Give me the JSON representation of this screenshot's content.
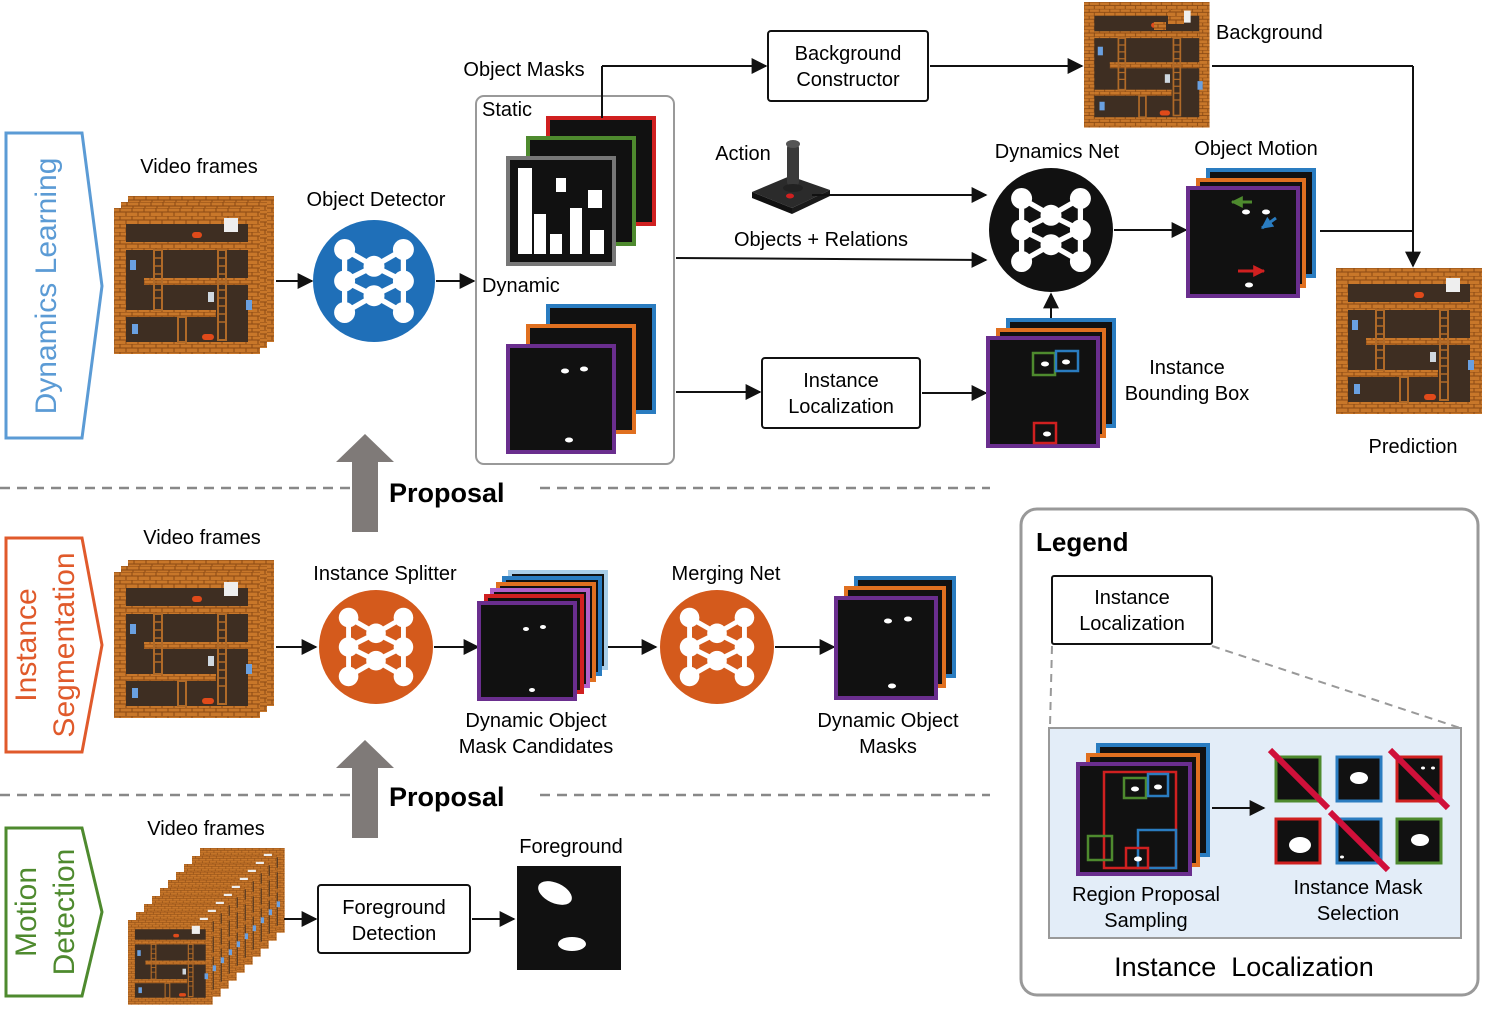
{
  "stages": {
    "dynamics": "Dynamics Learning",
    "instance_line1": "Instance",
    "instance_line2": "Segmentation",
    "motion_line1": "Motion",
    "motion_line2": "Detection"
  },
  "proposal": "Proposal",
  "dynamics_learning": {
    "video_frames": "Video frames",
    "object_detector": "Object Detector",
    "object_masks": "Object Masks",
    "static": "Static",
    "dynamic": "Dynamic",
    "background_constructor_1": "Background",
    "background_constructor_2": "Constructor",
    "background": "Background",
    "action": "Action",
    "objects_relations": "Objects + Relations",
    "dynamics_net": "Dynamics Net",
    "object_motion": "Object Motion",
    "instance_localization_1": "Instance",
    "instance_localization_2": "Localization",
    "instance_bbox_1": "Instance",
    "instance_bbox_2": "Bounding Box",
    "prediction": "Prediction"
  },
  "instance_segmentation": {
    "video_frames": "Video frames",
    "instance_splitter": "Instance Splitter",
    "candidates_1": "Dynamic Object",
    "candidates_2": "Mask Candidates",
    "merging_net": "Merging Net",
    "masks_1": "Dynamic Object",
    "masks_2": "Masks"
  },
  "motion_detection": {
    "video_frames": "Video frames",
    "foreground_detection_1": "Foreground",
    "foreground_detection_2": "Detection",
    "foreground": "Foreground"
  },
  "legend": {
    "title": "Legend",
    "box_1": "Instance",
    "box_2": "Localization",
    "region_1": "Region Proposal",
    "region_2": "Sampling",
    "mask_sel_1": "Instance Mask",
    "mask_sel_2": "Selection",
    "footer": "Instance  Localization"
  },
  "colors": {
    "dynamics_blue": "#5b9bd5",
    "instance_orange": "#e05a2b",
    "motion_green": "#4e8a2e",
    "detector_blue": "#1f6fb8",
    "splitter_orange": "#d45a1c",
    "frame_red": "#d02020",
    "frame_green": "#4e8a2e",
    "frame_gray": "#777777",
    "frame_blue": "#2a7cc0",
    "frame_orange": "#e07020",
    "frame_purple": "#6a2e8e",
    "game_brick": "#c8772a",
    "legend_bg": "#e3edf8"
  },
  "icons": {
    "detector": "neural-network-icon",
    "joystick": "joystick-icon",
    "proposal": "up-arrow-icon"
  }
}
